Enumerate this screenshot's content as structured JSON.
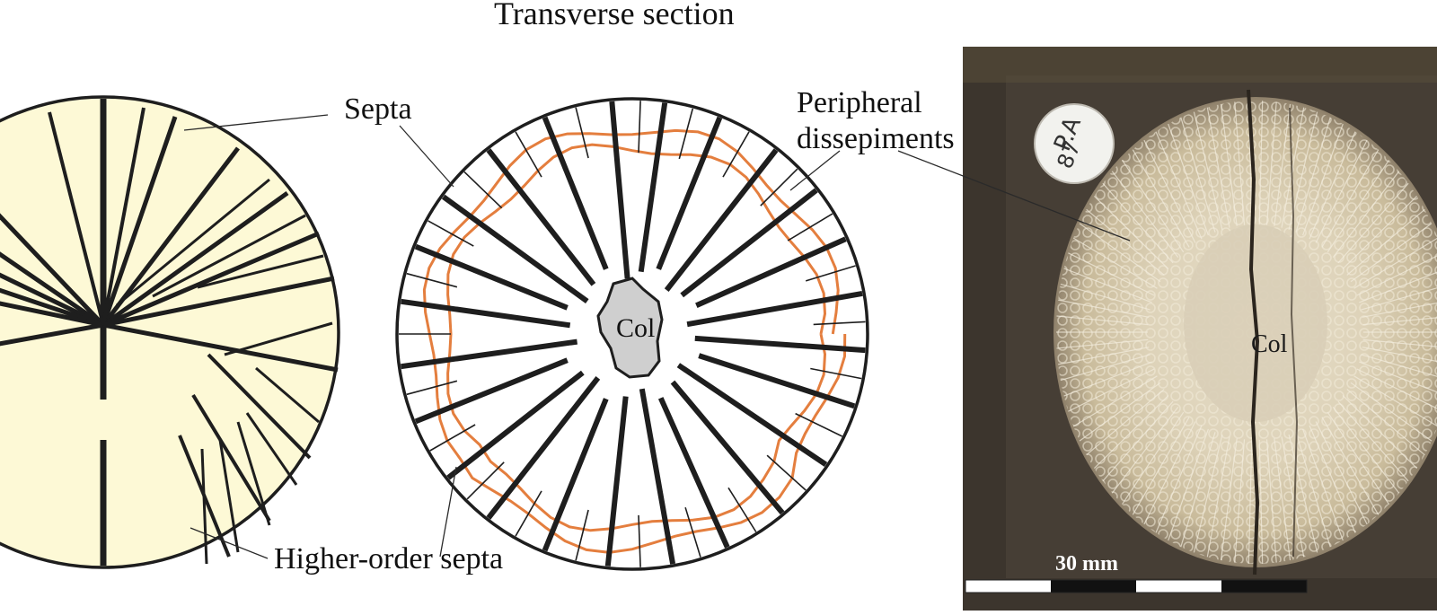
{
  "title": "Transverse section",
  "labels": {
    "septa": "Septa",
    "peripheral_line1": "Peripheral",
    "peripheral_line2": "dissepiments",
    "higher_order": "Higher-order septa",
    "col_diagram": "Col",
    "col_photo": "Col",
    "scale": "30 mm"
  },
  "specimen_tag": {
    "line1": "P.A",
    "line2": "87"
  },
  "colors": {
    "left_fill": "#fdf9d6",
    "septa": "#1e1e1e",
    "dissepiments": "#e47e3e",
    "columella": "#cfcfcf",
    "photo_bg": "#3c352d",
    "coral": "#e6dcc3"
  }
}
